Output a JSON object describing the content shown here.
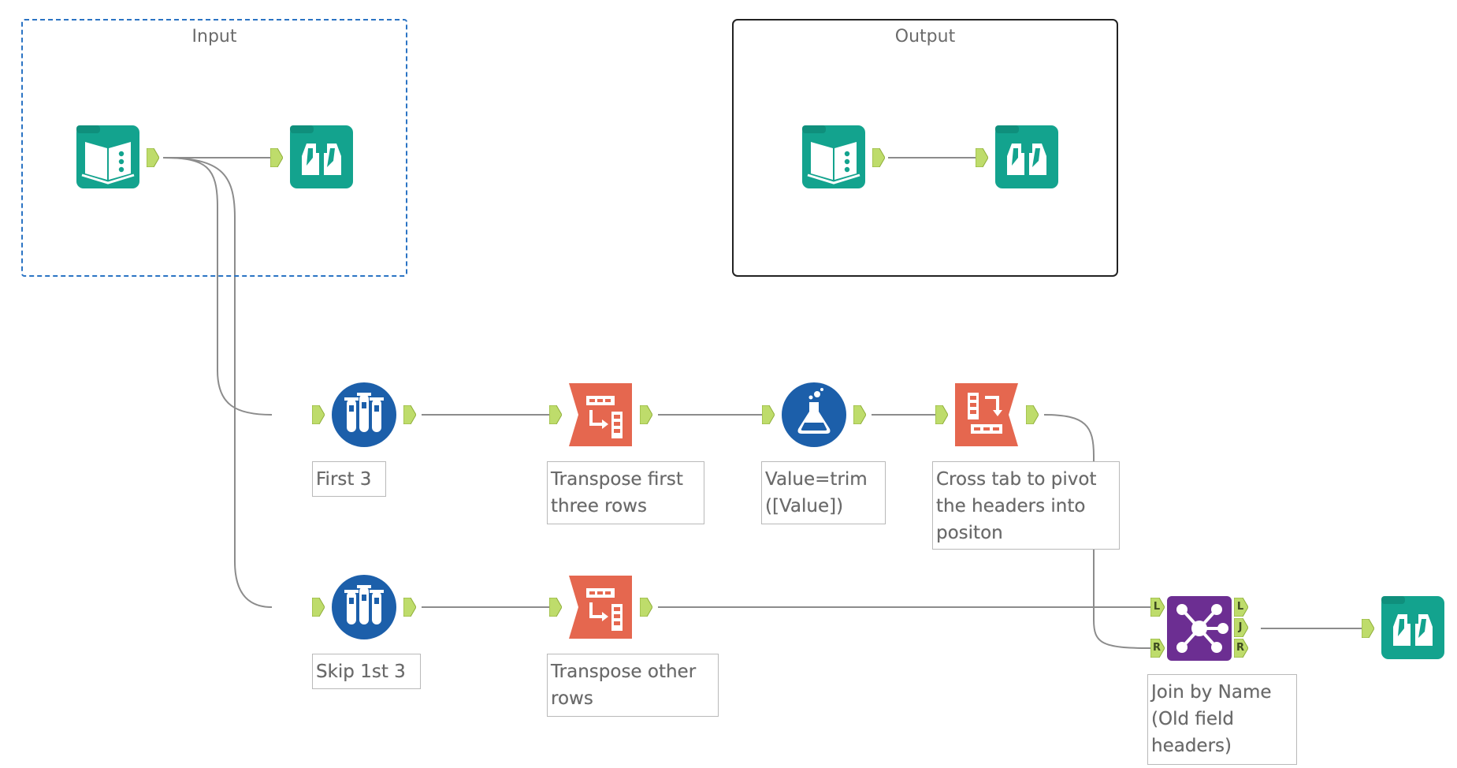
{
  "containers": {
    "input": {
      "title": "Input"
    },
    "output": {
      "title": "Output"
    }
  },
  "annotations": {
    "first3": "First 3",
    "skip1st3": "Skip 1st 3",
    "transpose_first": "Transpose first\nthree rows",
    "transpose_other": "Transpose other\nrows",
    "formula": "Value=trim\n([Value])",
    "crosstab": "Cross tab to pivot\nthe headers into\npositon",
    "join": "Join by Name\n(Old field\nheaders)"
  },
  "join_anchors": {
    "in_left": "L",
    "in_right": "R",
    "out_left": "L",
    "out_join": "J",
    "out_right": "R"
  },
  "colors": {
    "teal": "#13a38e",
    "navy": "#1c5faa",
    "salmon": "#e5674f",
    "purple": "#6c2e92",
    "anchor_green": "#bedc6b",
    "wire": "#8c8c8c"
  },
  "icons": {
    "input_tool": "book-icon",
    "browse_tool": "binoculars-icon",
    "sample_tool": "test-tubes-icon",
    "transpose_tool": "transpose-icon",
    "formula_tool": "flask-icon",
    "crosstab_tool": "crosstab-icon",
    "join_tool": "join-network-icon"
  }
}
